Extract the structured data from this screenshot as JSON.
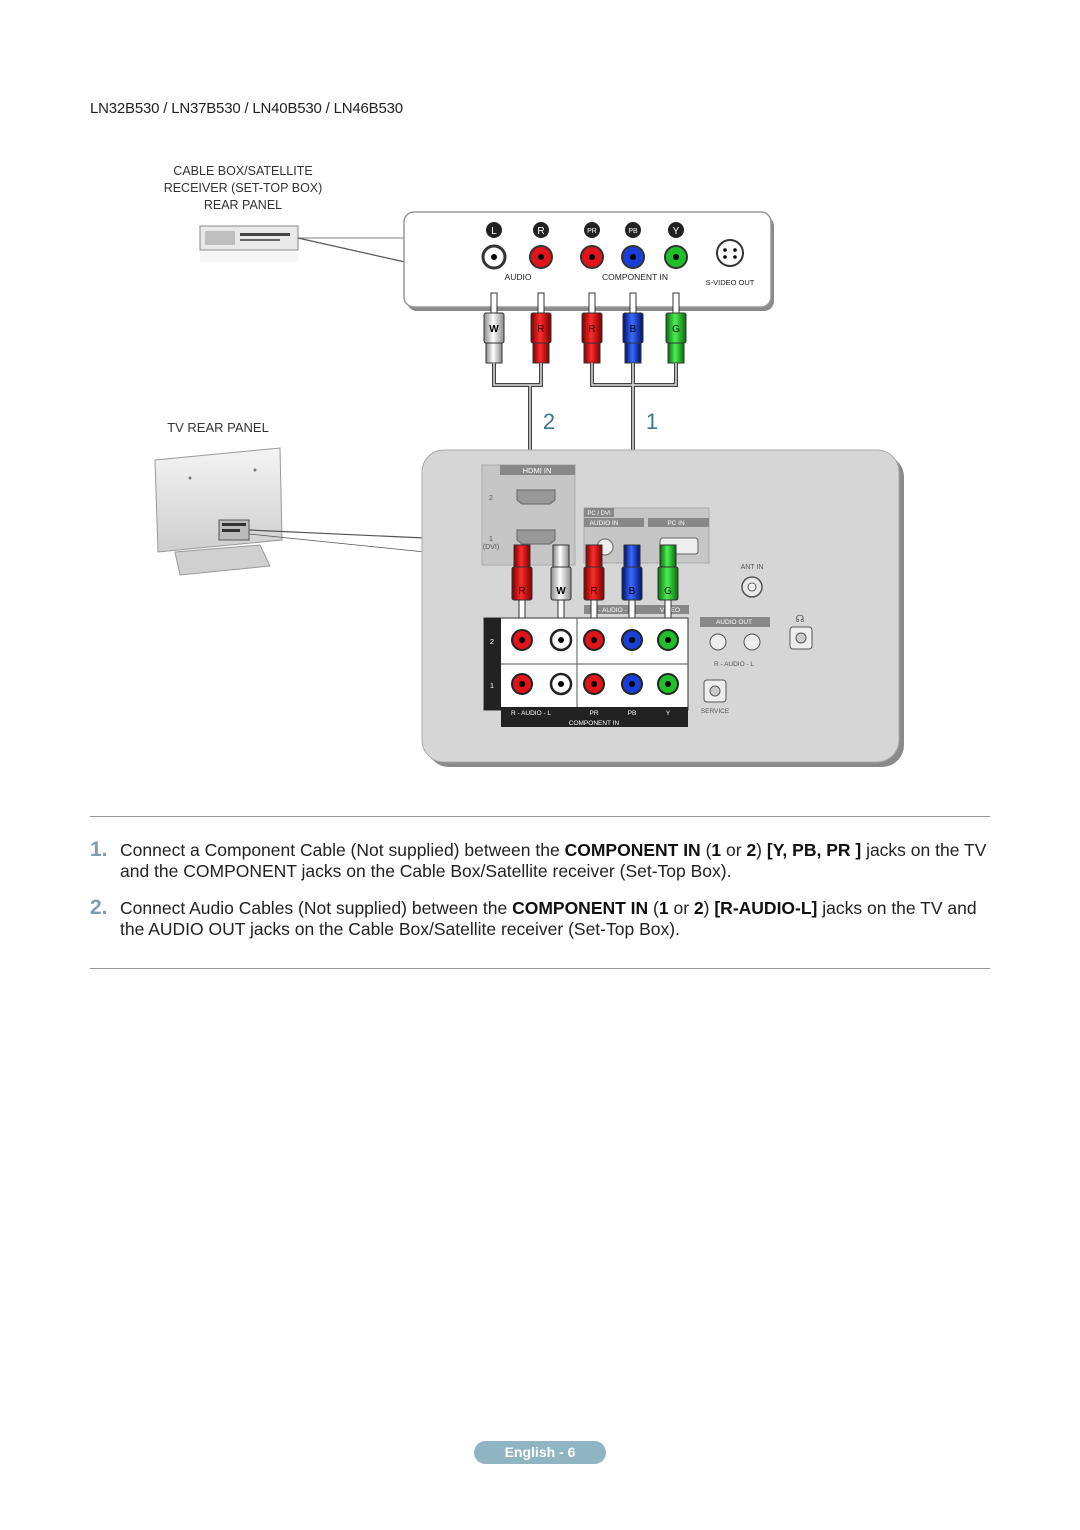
{
  "model_title": "LN32B530 / LN37B530 / LN40B530 / LN46B530",
  "diagram": {
    "cable_box_caption": [
      "CABLE BOX/SATELLITE",
      "RECEIVER (SET-TOP BOX)",
      "REAR PANEL"
    ],
    "tv_caption": "TV REAR PANEL",
    "source_panel": {
      "jack_letters": [
        "L",
        "R",
        "PR",
        "PB",
        "Y"
      ],
      "audio_label": "AUDIO",
      "component_label": "COMPONENT IN",
      "svideo_label": "S-VIDEO OUT"
    },
    "top_plugs": [
      "W",
      "R",
      "R",
      "B",
      "G"
    ],
    "bottom_plugs": [
      "R",
      "W",
      "R",
      "B",
      "G"
    ],
    "cable_numbers": [
      "2",
      "1"
    ],
    "tv_panel": {
      "hdmi_label": "HDMI IN",
      "hdmi_port_2": "2",
      "hdmi_port_1": "1",
      "hdmi_dvi": "(DVI)",
      "pc_dvi_label": "PC / DVI",
      "pc_audio_in": "AUDIO IN",
      "pc_in": "PC IN",
      "av_audio": "R - AUDIO - L",
      "av_video": "VIDEO",
      "row_2": "2",
      "row_1": "1",
      "bottom_audio": "R - AUDIO - L",
      "bottom_pr": "PR",
      "bottom_pb": "PB",
      "bottom_y": "Y",
      "component_in": "COMPONENT IN",
      "ant_in": "ANT IN",
      "audio_out": "AUDIO OUT",
      "audio_out_rl": "R - AUDIO - L",
      "service": "SERVICE"
    }
  },
  "steps": [
    {
      "num": "1.",
      "parts": [
        "Connect a Component Cable (Not supplied) between the ",
        "COMPONENT IN",
        " (",
        "1",
        " or ",
        "2",
        ") ",
        "[Y, PB, PR ]",
        " jacks on the TV and the COMPONENT jacks on the Cable Box/Satellite receiver (Set-Top Box)."
      ]
    },
    {
      "num": "2.",
      "parts": [
        "Connect Audio Cables (Not supplied) between the ",
        "COMPONENT IN",
        " (",
        "1",
        " or ",
        "2",
        ") ",
        "[R-AUDIO-L]",
        " jacks on the TV and the AUDIO OUT jacks on the Cable Box/Satellite receiver (Set-Top Box)."
      ]
    }
  ],
  "footer": {
    "page_label": "English - 6"
  },
  "colors": {
    "red": "#e0141b",
    "blue": "#1a3fd6",
    "green": "#1fbf2a",
    "white_plug": "#ffffff",
    "accent": "#8fb4c2",
    "panel": "#d6d6d6"
  }
}
